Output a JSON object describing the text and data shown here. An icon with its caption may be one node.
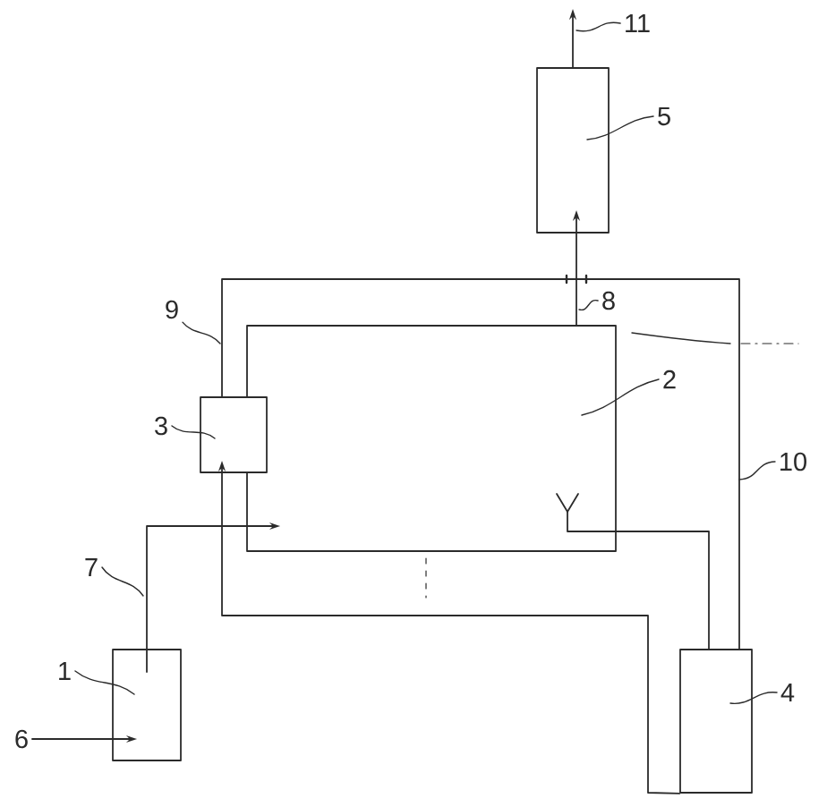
{
  "diagram": {
    "nodes": [
      {
        "text": [
          "11"
        ]
      },
      {
        "text": [],
        "shape": "box"
      },
      {
        "text": [
          "5"
        ]
      },
      {
        "text": [
          "8"
        ]
      },
      {
        "text": [
          "9"
        ]
      },
      {
        "text": [],
        "shape": "box"
      },
      {
        "text": [
          "2"
        ]
      },
      {
        "text": [],
        "shape": "box"
      },
      {
        "text": [
          "3"
        ]
      },
      {
        "text": [
          "10"
        ]
      },
      {
        "text": [
          "7"
        ]
      },
      {
        "text": [
          "1"
        ]
      },
      {
        "text": [],
        "shape": "box"
      },
      {
        "text": [
          "6"
        ]
      },
      {
        "text": [],
        "shape": "box"
      },
      {
        "text": [
          "4"
        ]
      }
    ],
    "edges": [
      {
        "from": 12,
        "to": 5,
        "arrow": "to"
      },
      {
        "from": 13,
        "to": 12,
        "arrow": "to"
      },
      {
        "from": 7,
        "to": 14,
        "arrow": "none"
      },
      {
        "from": 5,
        "to": 1,
        "arrow": "to"
      },
      {
        "from": 1,
        "to": null,
        "arrow": "to"
      },
      {
        "from": 14,
        "to": 7,
        "arrow": "to"
      },
      {
        "from": 14,
        "to": 5,
        "arrow": "other"
      },
      {
        "from": 0,
        "to": null,
        "arrow": "none"
      },
      {
        "from": 2,
        "to": 1,
        "arrow": "none"
      },
      {
        "from": 3,
        "to": null,
        "arrow": "none"
      },
      {
        "from": 4,
        "to": null,
        "arrow": "none"
      },
      {
        "from": 6,
        "to": 5,
        "arrow": "none"
      },
      {
        "from": 8,
        "to": 7,
        "arrow": "none"
      },
      {
        "from": 9,
        "to": null,
        "arrow": "none"
      },
      {
        "from": 10,
        "to": null,
        "arrow": "none"
      },
      {
        "from": 11,
        "to": 12,
        "arrow": "none"
      },
      {
        "from": 15,
        "to": 14,
        "arrow": "none"
      }
    ]
  }
}
